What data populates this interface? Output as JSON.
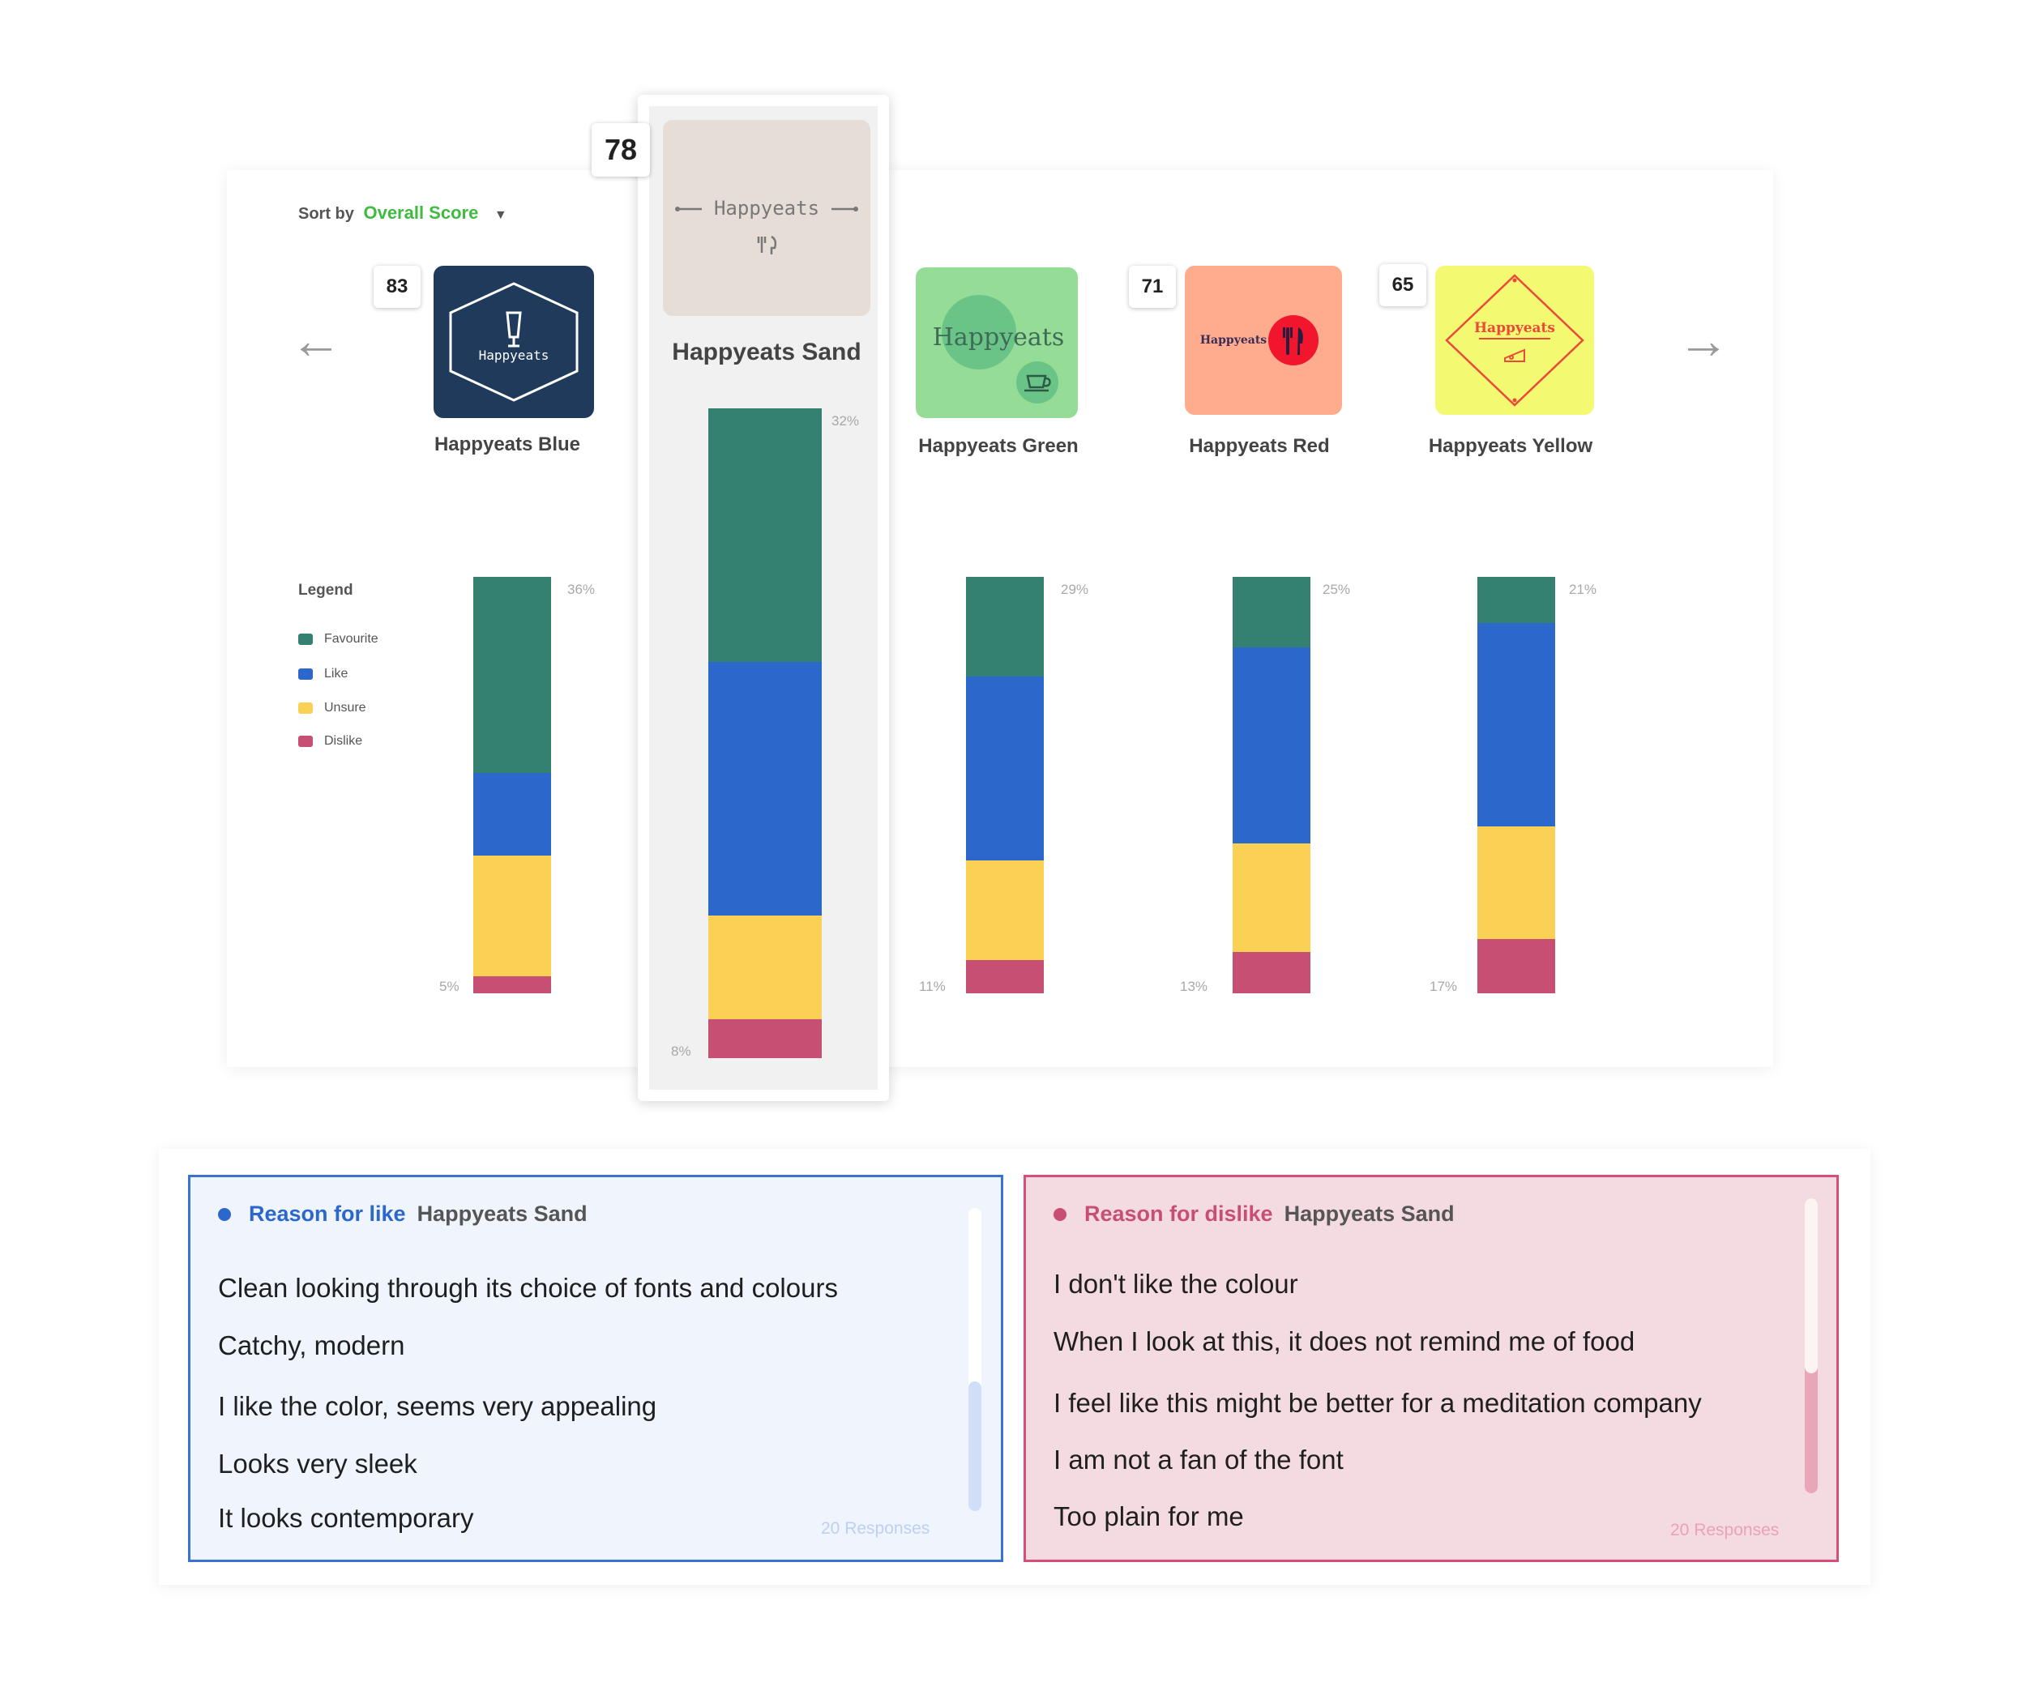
{
  "sort": {
    "label": "Sort by",
    "value": "Overall Score"
  },
  "colors": {
    "favourite": "#358171",
    "like": "#2c68cc",
    "unsure": "#fbd155",
    "dislike": "#c84f74",
    "sort_value": "#3fbb3f"
  },
  "legend": {
    "title": "Legend",
    "items": [
      "Favourite",
      "Like",
      "Unsure",
      "Dislike"
    ]
  },
  "brands": [
    {
      "name": "Happyeats Blue",
      "score": "83",
      "logo_text": "Happyeats",
      "logo_icon": "beer-glass-icon",
      "top_pct": "36%",
      "bottom_pct": "5%",
      "shares": {
        "favourite": 47,
        "like": 20,
        "unsure": 29,
        "dislike": 4
      }
    },
    {
      "name": "Happyeats Sand",
      "score": "78",
      "logo_text": "Happyeats",
      "logo_icon": "fork-knife-icon",
      "top_pct": "32%",
      "bottom_pct": "8%",
      "shares": {
        "favourite": 39,
        "like": 39,
        "unsure": 16,
        "dislike": 6
      }
    },
    {
      "name": "Happyeats  Green",
      "score": "",
      "logo_text": "Happyeats",
      "logo_icon": "teacup-icon",
      "top_pct": "29%",
      "bottom_pct": "11%",
      "shares": {
        "favourite": 24,
        "like": 44,
        "unsure": 24,
        "dislike": 8
      }
    },
    {
      "name": "Happyeats Red",
      "score": "71",
      "logo_text": "Happyeats",
      "logo_icon": "fork-knife-icon",
      "top_pct": "25%",
      "bottom_pct": "13%",
      "shares": {
        "favourite": 17,
        "like": 47,
        "unsure": 26,
        "dislike": 10
      }
    },
    {
      "name": "Happyeats Yellow",
      "score": "65",
      "logo_text": "Happyeats",
      "logo_icon": "cheese-icon",
      "top_pct": "21%",
      "bottom_pct": "17%",
      "shares": {
        "favourite": 11,
        "like": 49,
        "unsure": 27,
        "dislike": 13
      }
    }
  ],
  "like_panel": {
    "title": "Reason for like",
    "brand": "Happyeats Sand",
    "comments": [
      "Clean looking through its choice of fonts and colours",
      "Catchy, modern",
      "I like the color, seems very appealing",
      "Looks very sleek",
      "It looks contemporary"
    ],
    "responses": "20 Responses"
  },
  "dislike_panel": {
    "title": "Reason for dislike",
    "brand": "Happyeats Sand",
    "comments": [
      "I don't like the colour",
      "When I look at this, it does not remind me of food",
      "I feel like this might be better for a meditation company",
      "I am not a fan of the font",
      "Too plain for me"
    ],
    "responses": "20 Responses"
  }
}
